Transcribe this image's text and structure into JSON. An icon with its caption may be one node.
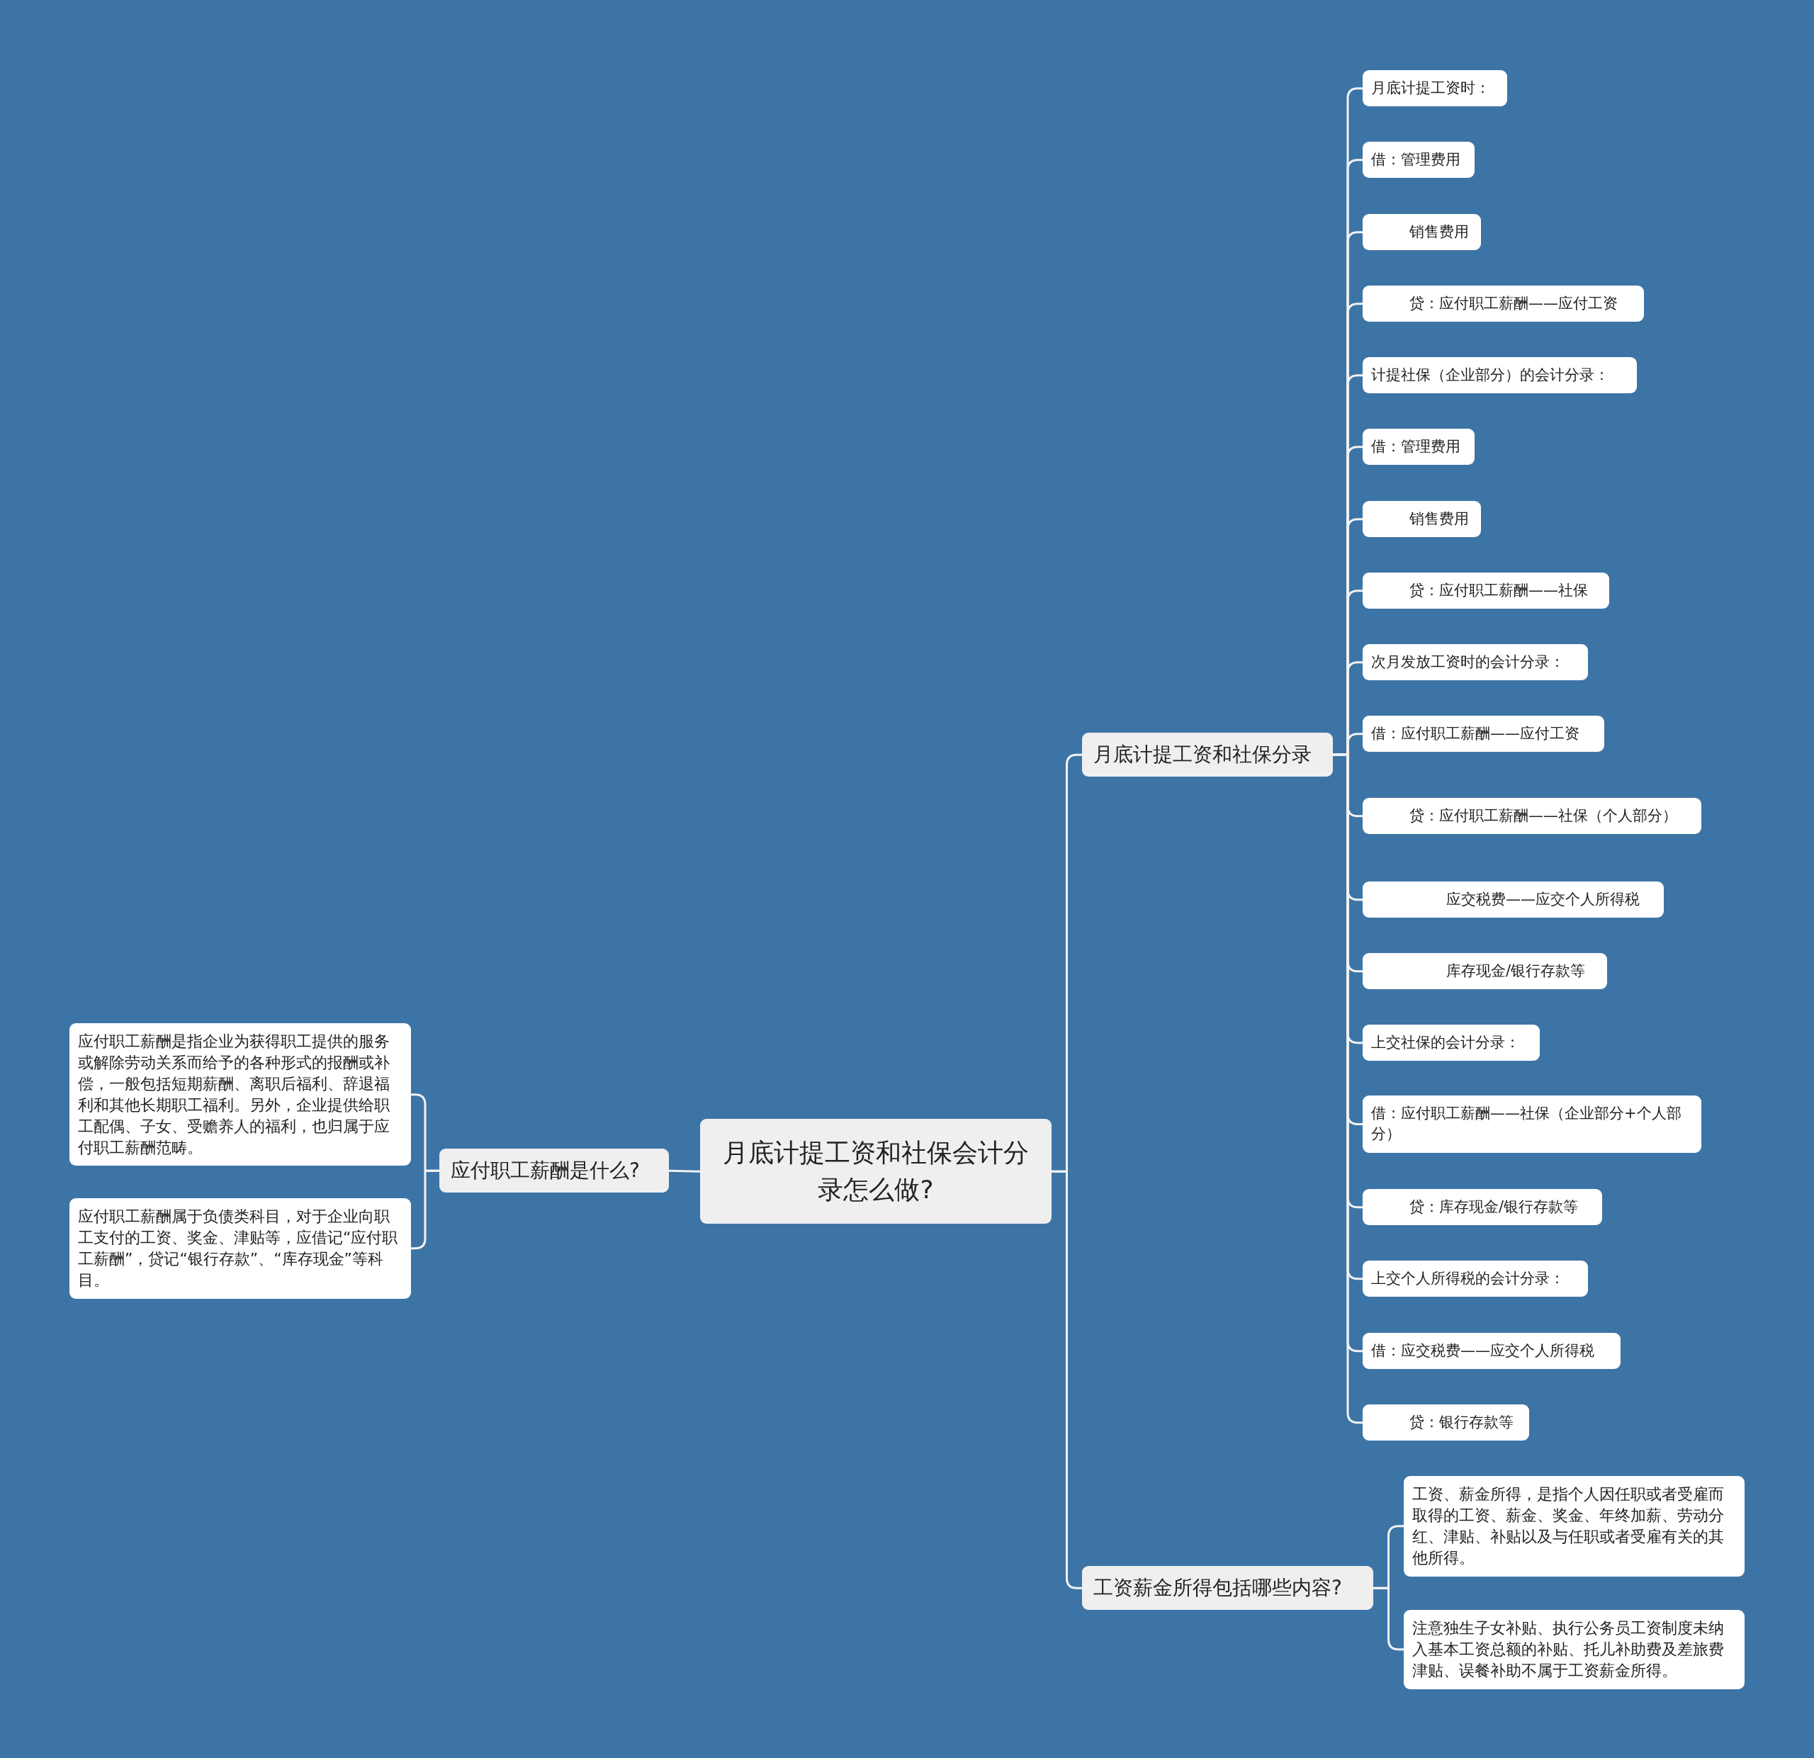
{
  "diagram": {
    "nodes": [
      {
        "text": [
          "月底计提工资和社保会计分录怎么做?"
        ]
      },
      {
        "text": [
          "应付职工薪酬是什么?"
        ]
      },
      {
        "text": [
          "应付职工薪酬是指企业为获得职工提供的服务或解除劳动关系而给予的各种形式的报酬或补偿，一般包括短期薪酬、离职后福利、辞退福利和其他长期职工福利。另外，企业提供给职工配偶、子女、受赡养人的福利，也归属于应付职工薪酬范畴。"
        ]
      },
      {
        "text": [
          "应付职工薪酬属于负债类科目，对于企业向职工支付的工资、奖金、津贴等，应借记“应付职工薪酬”，贷记“银行存款”、“库存现金”等科目。"
        ]
      },
      {
        "text": [
          "月底计提工资和社保分录"
        ]
      },
      {
        "text": [
          "月底计提工资时："
        ]
      },
      {
        "text": [
          "借：管理费用"
        ]
      },
      {
        "text": [
          "销售费用"
        ]
      },
      {
        "text": [
          "贷：应付职工薪酬——应付工资"
        ]
      },
      {
        "text": [
          "计提社保（企业部分）的会计分录："
        ]
      },
      {
        "text": [
          "借：管理费用"
        ]
      },
      {
        "text": [
          "销售费用"
        ]
      },
      {
        "text": [
          "贷：应付职工薪酬——社保"
        ]
      },
      {
        "text": [
          "次月发放工资时的会计分录："
        ]
      },
      {
        "text": [
          "借：应付职工薪酬——应付工资"
        ]
      },
      {
        "text": [
          "贷：应付职工薪酬——社保（个人部分）"
        ]
      },
      {
        "text": [
          "应交税费——应交个人所得税"
        ]
      },
      {
        "text": [
          "库存现金/银行存款等"
        ]
      },
      {
        "text": [
          "上交社保的会计分录："
        ]
      },
      {
        "text": [
          "借：应付职工薪酬——社保（企业部分+个人部分）"
        ]
      },
      {
        "text": [
          "贷：库存现金/银行存款等"
        ]
      },
      {
        "text": [
          "上交个人所得税的会计分录："
        ]
      },
      {
        "text": [
          "借：应交税费——应交个人所得税"
        ]
      },
      {
        "text": [
          "贷：银行存款等"
        ]
      },
      {
        "text": [
          "工资薪金所得包括哪些内容?"
        ]
      },
      {
        "text": [
          "工资、薪金所得，是指个人因任职或者受雇而取得的工资、薪金、奖金、年终加薪、劳动分红、津贴、补贴以及与任职或者受雇有关的其他所得。"
        ]
      },
      {
        "text": [
          "注意独生子女补贴、执行公务员工资制度未纳入基本工资总额的补贴、托儿补助费及差旅费津贴、误餐补助不属于工资薪金所得。"
        ]
      }
    ],
    "edges": [
      {
        "from": 0,
        "to": 1,
        "arrow": "none"
      },
      {
        "from": 1,
        "to": 2,
        "arrow": "none"
      },
      {
        "from": 1,
        "to": 3,
        "arrow": "none"
      },
      {
        "from": 0,
        "to": 4,
        "arrow": "none"
      },
      {
        "from": 4,
        "to": 5,
        "arrow": "none"
      },
      {
        "from": 4,
        "to": 6,
        "arrow": "none"
      },
      {
        "from": 4,
        "to": 7,
        "arrow": "none"
      },
      {
        "from": 4,
        "to": 8,
        "arrow": "none"
      },
      {
        "from": 4,
        "to": 9,
        "arrow": "none"
      },
      {
        "from": 4,
        "to": 10,
        "arrow": "none"
      },
      {
        "from": 4,
        "to": 11,
        "arrow": "none"
      },
      {
        "from": 4,
        "to": 12,
        "arrow": "none"
      },
      {
        "from": 4,
        "to": 13,
        "arrow": "none"
      },
      {
        "from": 4,
        "to": 14,
        "arrow": "none"
      },
      {
        "from": 4,
        "to": 15,
        "arrow": "none"
      },
      {
        "from": 4,
        "to": 16,
        "arrow": "none"
      },
      {
        "from": 4,
        "to": 17,
        "arrow": "none"
      },
      {
        "from": 4,
        "to": 18,
        "arrow": "none"
      },
      {
        "from": 4,
        "to": 19,
        "arrow": "none"
      },
      {
        "from": 4,
        "to": 20,
        "arrow": "none"
      },
      {
        "from": 4,
        "to": 21,
        "arrow": "none"
      },
      {
        "from": 4,
        "to": 22,
        "arrow": "none"
      },
      {
        "from": 4,
        "to": 23,
        "arrow": "none"
      },
      {
        "from": 0,
        "to": 24,
        "arrow": "none"
      },
      {
        "from": 24,
        "to": 25,
        "arrow": "none"
      },
      {
        "from": 24,
        "to": 26,
        "arrow": "none"
      }
    ]
  }
}
